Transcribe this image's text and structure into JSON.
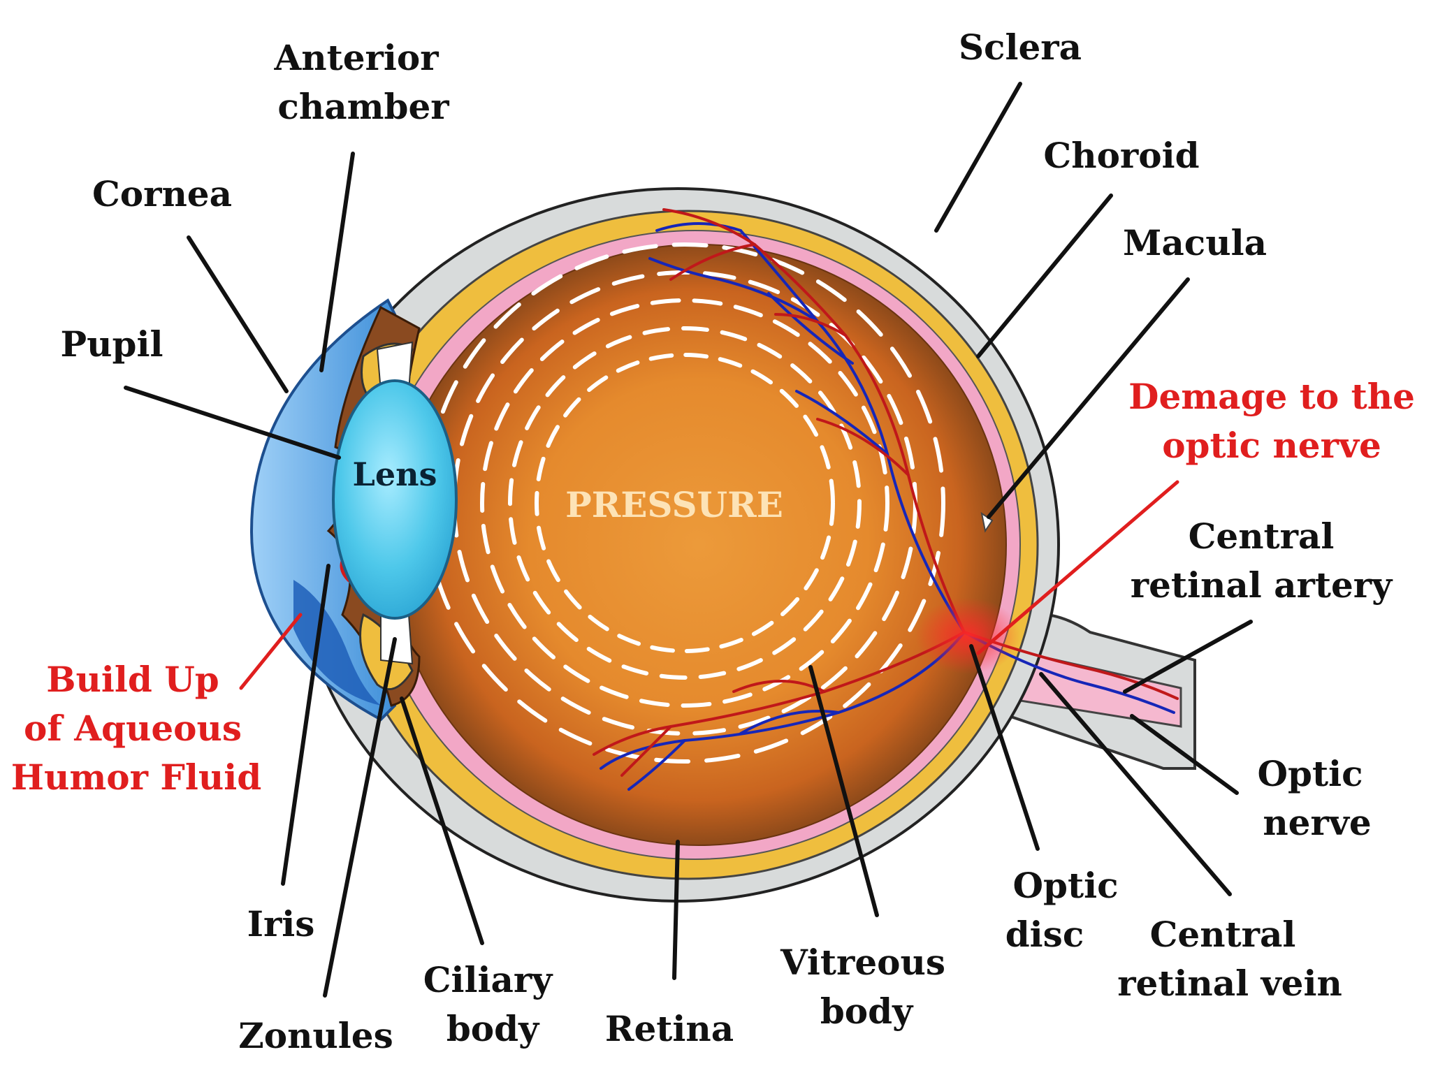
{
  "colors": {
    "sclera": "#d8dbdb",
    "choroid": "#efbe3e",
    "retina_layer": "#f2a7c6",
    "eyeball_outer": "#8e4a1a",
    "vitreous_inner": "#e8902f",
    "cornea": "#5aa3e3",
    "lens": "#4ec8ea",
    "vein": "#1626b8",
    "artery": "#c0181a",
    "label_text": "#111111",
    "highlight_text": "#e01e1e",
    "pressure_text": "#fde3b6"
  },
  "center": {
    "pressure": "PRESSURE",
    "lens": "Lens"
  },
  "labels": {
    "anterior_chamber_l1": "Anterior",
    "anterior_chamber_l2": "chamber",
    "sclera": "Sclera",
    "choroid": "Choroid",
    "cornea": "Cornea",
    "macula": "Macula",
    "pupil": "Pupil",
    "demage_l1": "Demage to the",
    "demage_l2": "optic nerve",
    "central_artery_l1": "Central",
    "central_artery_l2": "retinal artery",
    "buildup_l1": "Build Up",
    "buildup_l2": "of Aqueous",
    "buildup_l3": "Humor Fluid",
    "optic_nerve_l1": "Optic",
    "optic_nerve_l2": "nerve",
    "optic_disc_l1": "Optic",
    "optic_disc_l2": "disc",
    "central_vein_l1": "Central",
    "central_vein_l2": "retinal vein",
    "iris": "Iris",
    "vitreous_l1": "Vitreous",
    "vitreous_l2": "body",
    "ciliary_l1": "Ciliary",
    "ciliary_l2": "body",
    "zonules": "Zonules",
    "retina": "Retina"
  }
}
